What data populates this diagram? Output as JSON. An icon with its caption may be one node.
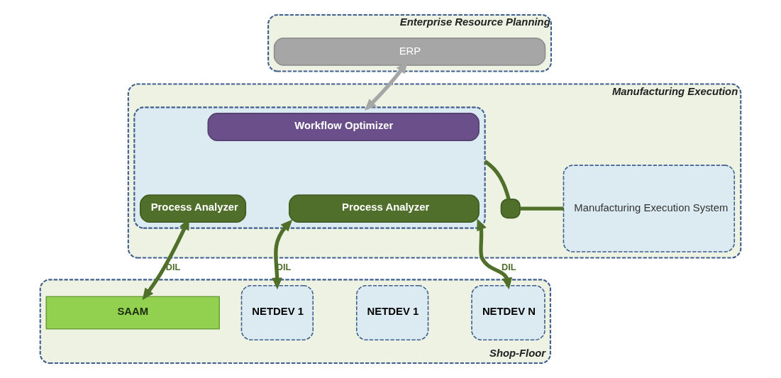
{
  "diagram": {
    "nodes": [
      {
        "text": [
          "Enterprise Resource Planning"
        ]
      },
      {
        "text": [
          "ERP"
        ],
        "in": 0
      },
      {
        "text": [
          "Manufacturing Execution"
        ]
      },
      {
        "text": [],
        "shape": "box",
        "in": 2
      },
      {
        "text": [
          "Workflow Optimizer"
        ],
        "in": 3
      },
      {
        "text": [
          "Process Analyzer"
        ],
        "in": 3
      },
      {
        "text": [
          "Process Analyzer"
        ],
        "in": 3
      },
      {
        "text": [
          "Manufacturing Execution System"
        ],
        "in": 2
      },
      {
        "text": [],
        "shape": "box",
        "in": 2
      },
      {
        "text": [
          "Shop-Floor"
        ]
      },
      {
        "text": [
          "NETDEV 1"
        ],
        "in": 9
      },
      {
        "text": [
          "NETDEV 1"
        ],
        "in": 9
      },
      {
        "text": [
          "NETDEV N"
        ],
        "in": 9
      },
      {
        "text": [
          "SAAM"
        ],
        "in": 9
      }
    ],
    "edges": [
      {
        "from": 1,
        "to": 3,
        "arrow": "both",
        "color": "#a6a6a6"
      },
      {
        "from": 3,
        "to": 8,
        "arrow": "none"
      },
      {
        "from": 8,
        "to": 7,
        "arrow": "none"
      },
      {
        "from": 5,
        "to": 10,
        "arrow": "both",
        "label": "DIL"
      },
      {
        "from": 5,
        "to": 12,
        "arrow": "both",
        "label": "DIL"
      },
      {
        "from": 6,
        "to": 13,
        "arrow": "both",
        "label": "DIL"
      }
    ]
  }
}
